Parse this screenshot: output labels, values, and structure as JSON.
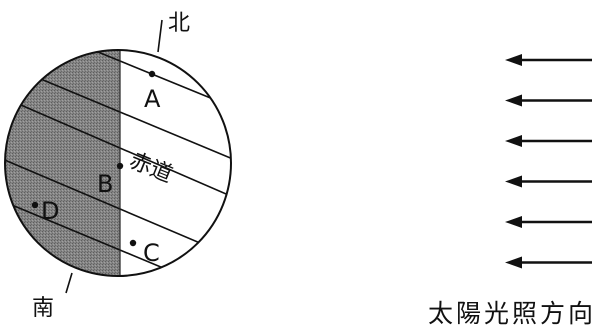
{
  "diagram": {
    "north_label": "北",
    "south_label": "南",
    "equator_label": "赤道",
    "points": [
      {
        "id": "A",
        "label": "A"
      },
      {
        "id": "B",
        "label": "B"
      },
      {
        "id": "C",
        "label": "C"
      },
      {
        "id": "D",
        "label": "D"
      }
    ],
    "sunlight_caption": "太陽光照方向",
    "arrow_count": 6,
    "colors": {
      "night_shade": "#7d7d7d",
      "line": "#111111",
      "background": "#ffffff"
    }
  }
}
